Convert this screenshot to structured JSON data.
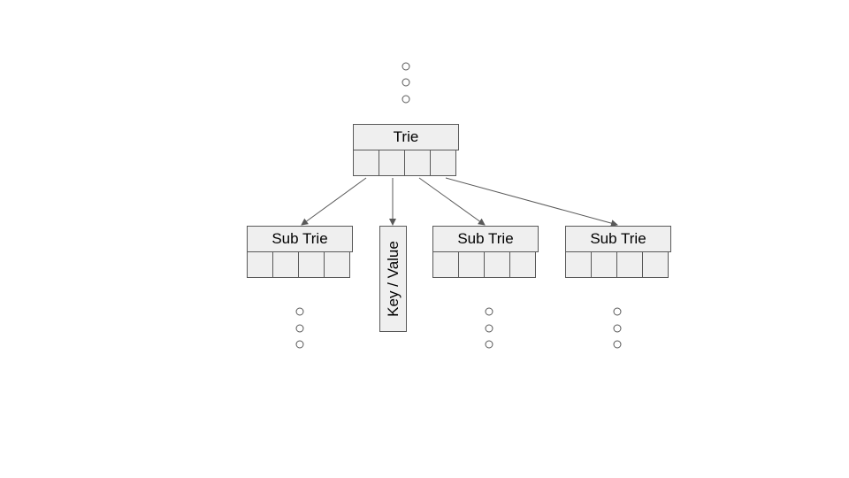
{
  "root": {
    "label": "Trie",
    "slots": 4
  },
  "children": [
    {
      "label": "Sub Trie",
      "slots": 4
    },
    {
      "label": "Key / Value"
    },
    {
      "label": "Sub Trie",
      "slots": 4
    },
    {
      "label": "Sub Trie",
      "slots": 4
    }
  ],
  "colors": {
    "node_fill": "#efefef",
    "node_border": "#595959",
    "edge": "#595959",
    "text": "#000000"
  }
}
